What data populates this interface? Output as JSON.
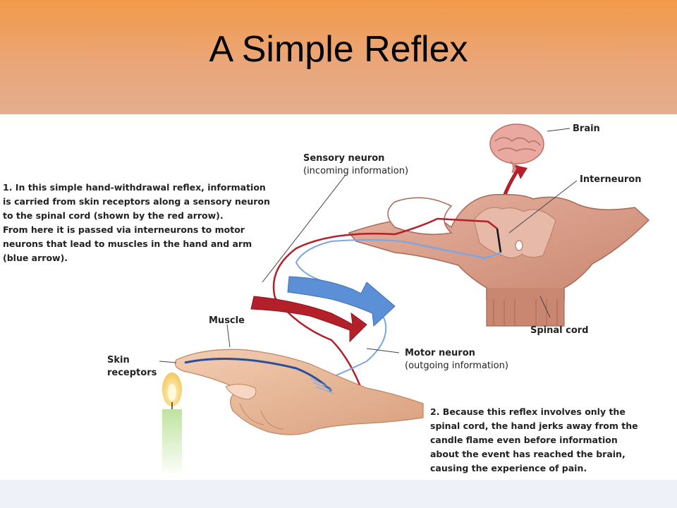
{
  "title": "A Simple Reflex",
  "labels": {
    "brain": "Brain",
    "interneuron": "Interneuron",
    "sensory_neuron": "Sensory neuron",
    "sensory_sub": "(incoming information)",
    "muscle": "Muscle",
    "skin_1": "Skin",
    "skin_2": "receptors",
    "motor_neuron": "Motor neuron",
    "motor_sub": "(outgoing information)",
    "spinal_cord": "Spinal cord"
  },
  "caption1": [
    "1. In this simple hand-withdrawal reflex, information",
    "is carried from skin receptors along a sensory neuron",
    "to the spinal cord (shown by the red arrow).",
    "From here it is passed via interneurons to motor",
    "neurons that lead to muscles in the hand and arm",
    "(blue arrow)."
  ],
  "caption2": [
    "2. Because this reflex involves only the",
    "spinal cord, the hand jerks away from the",
    "candle flame even before information",
    "about the event has reached the brain,",
    "causing the experience of pain."
  ],
  "colors": {
    "header_top": "#f29a4a",
    "header_bottom": "#e3ae8e",
    "sensory": "#b3202a",
    "motor": "#5b8fd6",
    "spinal_tissue": "#d99a86",
    "footer": "#eef2f8"
  }
}
